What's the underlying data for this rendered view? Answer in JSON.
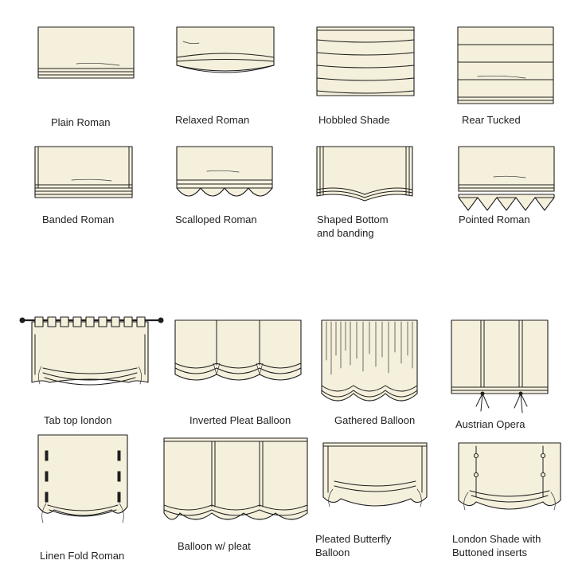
{
  "colors": {
    "fabric": "#f5f0dc",
    "outline": "#1e1e1e",
    "label": "#222222",
    "background": "#ffffff"
  },
  "shades": [
    {
      "id": "plain-roman",
      "label": "Plain Roman"
    },
    {
      "id": "relaxed-roman",
      "label": "Relaxed Roman"
    },
    {
      "id": "hobbled-shade",
      "label": "Hobbled Shade"
    },
    {
      "id": "rear-tucked",
      "label": "Rear Tucked"
    },
    {
      "id": "banded-roman",
      "label": "Banded Roman"
    },
    {
      "id": "scalloped-roman",
      "label": "Scalloped Roman"
    },
    {
      "id": "shaped-bottom",
      "label": "Shaped Bottom\nand banding"
    },
    {
      "id": "pointed-roman",
      "label": "Pointed Roman"
    },
    {
      "id": "tab-top-london",
      "label": "Tab top london"
    },
    {
      "id": "inverted-pleat-balloon",
      "label": "Inverted Pleat Balloon"
    },
    {
      "id": "gathered-balloon",
      "label": "Gathered Balloon"
    },
    {
      "id": "austrian-opera",
      "label": "Austrian Opera"
    },
    {
      "id": "linen-fold-roman",
      "label": "Linen Fold Roman"
    },
    {
      "id": "balloon-w-pleat",
      "label": "Balloon w/ pleat"
    },
    {
      "id": "pleated-butterfly-balloon",
      "label": "Pleated Butterfly\nBalloon"
    },
    {
      "id": "london-shade-buttoned",
      "label": "London Shade with\nButtoned inserts"
    }
  ]
}
